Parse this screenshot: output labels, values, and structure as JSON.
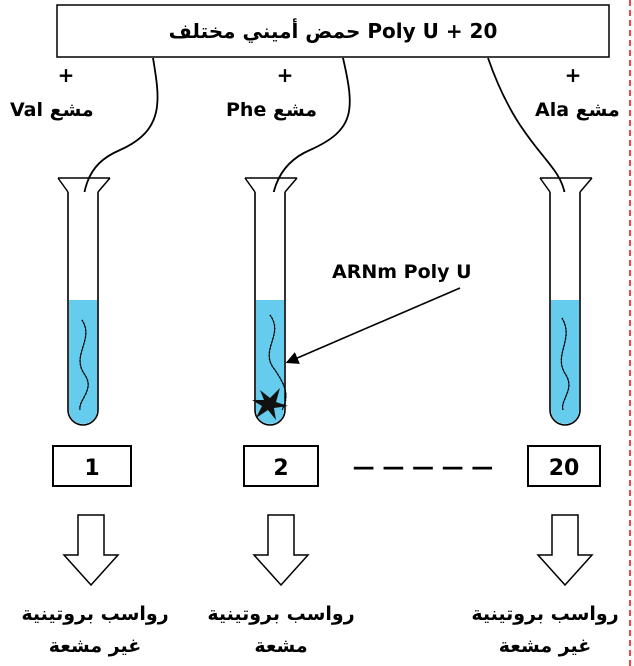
{
  "header": {
    "text": "Poly U + 20 حمض أميني مختلف"
  },
  "plus_sign": "+",
  "amino_acids": [
    {
      "label": "مشع Val"
    },
    {
      "label": "مشع Phe"
    },
    {
      "label": "مشع Ala"
    }
  ],
  "mrna_label": "ARNm  Poly U",
  "tube_numbers": [
    "1",
    "2",
    "20"
  ],
  "dashes": "— — — — —",
  "results": [
    {
      "line1": "رواسب بروتينية",
      "line2": "غير مشعة"
    },
    {
      "line1": "رواسب بروتينية",
      "line2": "مشعة"
    },
    {
      "line1": "رواسب بروتينية",
      "line2": "غير مشعة"
    }
  ],
  "colors": {
    "liquid": "#66ccee",
    "border_dashed": "#ff0000",
    "ink": "#000000"
  }
}
